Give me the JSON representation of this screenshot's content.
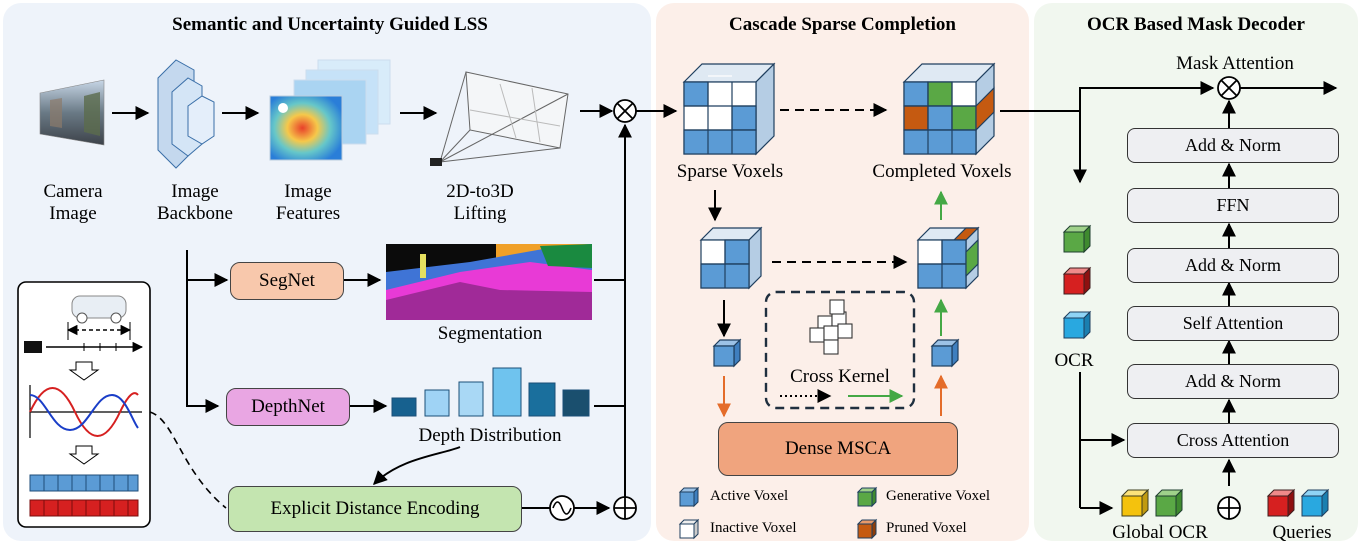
{
  "panels": {
    "lss_title": "Semantic and Uncertainty Guided LSS",
    "csc_title": "Cascade Sparse Completion",
    "ocr_title": "OCR Based Mask Decoder"
  },
  "lss": {
    "camera_image": [
      "Camera",
      "Image"
    ],
    "image_backbone": [
      "Image",
      "Backbone"
    ],
    "image_features": [
      "Image",
      "Features"
    ],
    "lifting": [
      "2D-to3D",
      "Lifting"
    ],
    "segnet": "SegNet",
    "segmentation": "Segmentation",
    "depthnet": "DepthNet",
    "depth_distribution": "Depth Distribution",
    "distance_encoding": "Explicit Distance Encoding"
  },
  "csc": {
    "sparse_voxels": "Sparse Voxels",
    "completed_voxels": "Completed Voxels",
    "cross_kernel": "Cross Kernel",
    "dense_msca": "Dense MSCA",
    "legend": {
      "active": "Active Voxel",
      "inactive": "Inactive Voxel",
      "generative": "Generative Voxel",
      "pruned": "Pruned Voxel"
    }
  },
  "ocr": {
    "mask_attention": "Mask Attention",
    "blocks": [
      "Add & Norm",
      "FFN",
      "Add & Norm",
      "Self Attention",
      "Add & Norm",
      "Cross Attention"
    ],
    "ocr_label": "OCR",
    "global_ocr": "Global OCR",
    "queries": "Queries"
  },
  "colors": {
    "lss_bg": "#eef3fa",
    "csc_bg": "#fcefe9",
    "ocr_bg": "#f1f7ef",
    "segnet": "#f8c8ac",
    "depthnet": "#e9a6e3",
    "encoding": "#c4e5b0",
    "msca": "#f0a47e",
    "active": "#5b9bd5",
    "generative": "#5aa845",
    "pruned": "#c55a11"
  }
}
